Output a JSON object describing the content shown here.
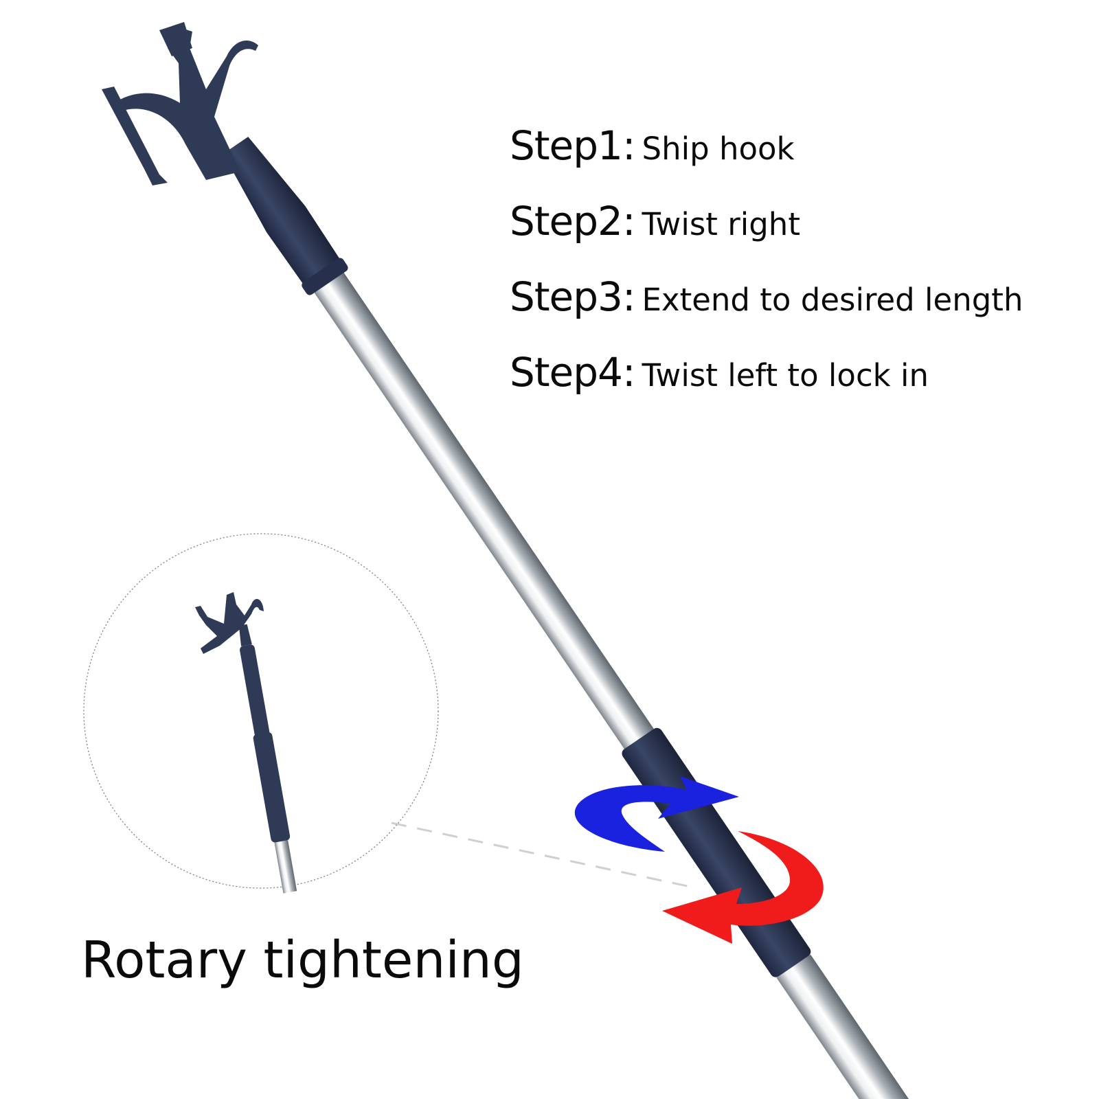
{
  "steps": [
    {
      "label": "Step1:",
      "text": "Ship hook"
    },
    {
      "label": "Step2:",
      "text": "Twist right"
    },
    {
      "label": "Step3:",
      "text": "Extend to desired length"
    },
    {
      "label": "Step4:",
      "text": "Twist left to lock in"
    }
  ],
  "caption": "Rotary tightening",
  "colors": {
    "background": "#ffffff",
    "handle": "#2f3a57",
    "pole_light": "#e9ecef",
    "pole_dark": "#8e959c",
    "arrow_blue": "#1a22e0",
    "arrow_red": "#f01b1b",
    "text": "#0a0a0a"
  }
}
